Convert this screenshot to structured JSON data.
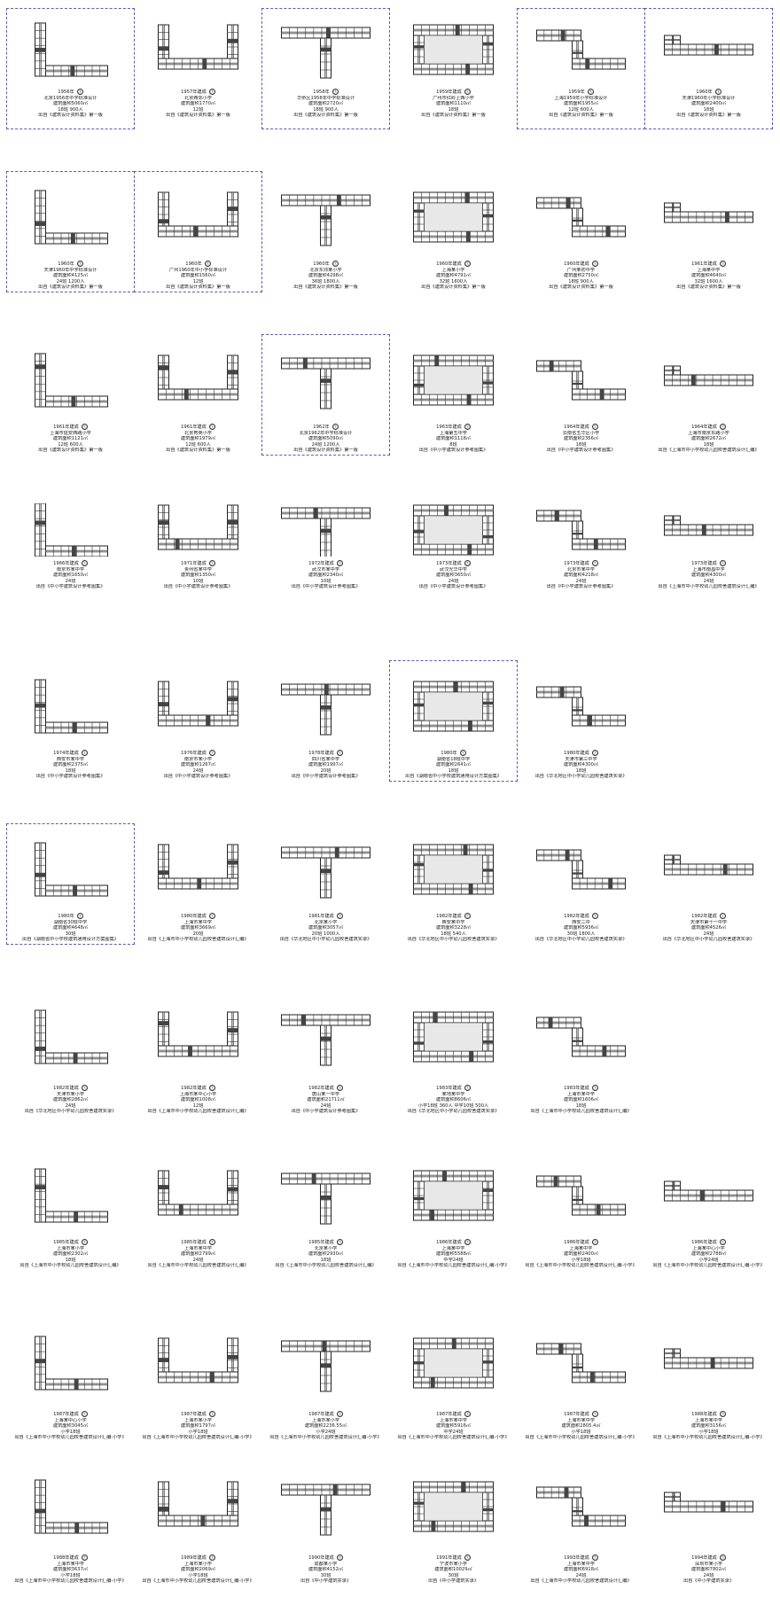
{
  "rows": [
    {
      "items": [
        {
          "lines": [
            "1956年",
            "北京1956年中学标准设计",
            "建筑面积5060㎡",
            "18班 900人",
            "出自《建筑设计资料集》第一版"
          ],
          "boxed": true
        },
        {
          "lines": [
            "1957年建成",
            "北京西郊小学",
            "建筑面积1770㎡",
            "12班",
            "出自《建筑设计资料集》第一版"
          ],
          "boxed": false
        },
        {
          "lines": [
            "1958年",
            "华侨区1958年中学标准设计",
            "建筑面积2720㎡",
            "18班 900人",
            "出自《建筑设计资料集》第一版"
          ],
          "boxed": true
        },
        {
          "lines": [
            "1959年建成",
            "广州市红岭上西小学",
            "建筑面积1110㎡",
            "18班",
            "出自《建筑设计资料集》第一版"
          ],
          "boxed": false
        },
        {
          "lines": [
            "1959年",
            "上海1959年小学标准设计",
            "建筑面积1955㎡",
            "12班 600人",
            "出自《建筑设计资料集》第一版"
          ],
          "boxed": true
        },
        {
          "lines": [
            "1960年",
            "天津1960年小学标准设计",
            "建筑面积2400㎡",
            "18班",
            "出自《建筑设计资料集》第一版"
          ],
          "boxed": true
        }
      ]
    },
    {
      "items": [
        {
          "lines": [
            "1960年",
            "天津1960年中学标准设计",
            "建筑面积4125㎡",
            "24班 1200人",
            "出自《建筑设计资料集》第一版"
          ],
          "boxed": true
        },
        {
          "lines": [
            "1960年",
            "广州1960年中小学标准设计",
            "建筑面积1560㎡",
            "12班",
            "出自《建筑设计资料集》第一版"
          ],
          "boxed": true
        },
        {
          "lines": [
            "1960年",
            "北京东郊某小学",
            "建筑面积4298㎡",
            "36班 1800人",
            "出自《建筑设计资料集》第一版"
          ],
          "boxed": false
        },
        {
          "lines": [
            "1960年建成",
            "上海某小学",
            "建筑面积4791㎡",
            "32班 1600人",
            "出自《建筑设计资料集》第一版"
          ],
          "boxed": false
        },
        {
          "lines": [
            "1960年建成",
            "广州某初中学",
            "建筑面积2750㎡",
            "18班 900人",
            "出自《建筑设计资料集》第一版"
          ],
          "boxed": false
        },
        {
          "lines": [
            "1961年建成",
            "上海某中学",
            "建筑面积4640㎡",
            "32班 1600人",
            "出自《建筑设计资料集》第一版"
          ],
          "boxed": false
        }
      ]
    },
    {
      "items": [
        {
          "lines": [
            "1961年建成",
            "上海市延安西路小学",
            "建筑面积1121㎡",
            "12班 600人",
            "出自《建筑设计资料集》第一版"
          ],
          "boxed": false
        },
        {
          "lines": [
            "1961年建成",
            "北京育英小学",
            "建筑面积1979㎡",
            "12班 600人",
            "出自《建筑设计资料集》第一版"
          ],
          "boxed": false
        },
        {
          "lines": [
            "1962年",
            "北京1962年中学标准设计",
            "建筑面积5090㎡",
            "24班 1200人",
            "出自《建筑设计资料集》第一版"
          ],
          "boxed": true
        },
        {
          "lines": [
            "1963年建成",
            "上海第五中学",
            "建筑面积1118㎡",
            "8班",
            "出自《中小学建筑设计参考图集》"
          ],
          "boxed": false
        },
        {
          "lines": [
            "1964年建成",
            "云南省五华区小学",
            "建筑面积2356㎡",
            "18班",
            "出自《中小学建筑设计参考图集》"
          ],
          "boxed": false
        },
        {
          "lines": [
            "1964年建成",
            "上海市南京东路小学",
            "建筑面积2672㎡",
            "18班",
            "出自《上海市中小学校幼儿园校舍建筑设计汇编》"
          ],
          "boxed": false
        }
      ]
    },
    {
      "items": [
        {
          "lines": [
            "1966年建成",
            "南京市某中学",
            "建筑面积1650㎡",
            "24班",
            "出自《中小学建筑设计参考图集》"
          ],
          "boxed": false
        },
        {
          "lines": [
            "1971年建成",
            "贵州省某中学",
            "建筑面积1350㎡",
            "10班",
            "出自《中小学建筑设计参考图集》"
          ],
          "boxed": false
        },
        {
          "lines": [
            "1972年建成",
            "武汉市某中学",
            "建筑面积2340㎡",
            "10班",
            "出自《中小学建筑设计参考图集》"
          ],
          "boxed": false
        },
        {
          "lines": [
            "1973年建成",
            "武汉光华中学",
            "建筑面积3650㎡",
            "24班",
            "出自《中小学建筑设计参考图集》"
          ],
          "boxed": false
        },
        {
          "lines": [
            "1973年建成",
            "北京市某中学",
            "建筑面积4218㎡",
            "24班",
            "出自《中小学建筑设计参考图集》"
          ],
          "boxed": false
        },
        {
          "lines": [
            "1973年建成",
            "上海市南昌中学",
            "建筑面积4300㎡",
            "24班",
            "出自《上海市中小学校幼儿园校舍建筑设计汇编》"
          ],
          "boxed": false
        }
      ]
    },
    {
      "items": [
        {
          "lines": [
            "1974年建成",
            "西安市某中学",
            "建筑面积2375㎡",
            "18班",
            "出自《中小学建筑设计参考图集》"
          ],
          "boxed": false
        },
        {
          "lines": [
            "1976年建成",
            "南京市某小学",
            "建筑面积1267㎡",
            "24班",
            "出自《中小学建筑设计参考图集》"
          ],
          "boxed": false
        },
        {
          "lines": [
            "1978年建成",
            "四川省某中学",
            "建筑面积1997㎡",
            "20班",
            "出自《中小学建筑设计参考图集》"
          ],
          "boxed": false
        },
        {
          "lines": [
            "1980年",
            "湖南省18班中学",
            "建筑面积2641㎡",
            "18班",
            "出自《湖南省中小学校建筑通用设计方案图集》"
          ],
          "boxed": true
        },
        {
          "lines": [
            "1980年建成",
            "天津市第三中学",
            "建筑面积4300㎡",
            "18班",
            "出自《华北地区中小学幼儿园校舍建筑实录》"
          ],
          "boxed": false
        }
      ]
    },
    {
      "items": [
        {
          "lines": [
            "1980年",
            "湖南省30班中学",
            "建筑面积4648㎡",
            "30班",
            "出自《湖南省中小学校建筑通用设计方案图集》"
          ],
          "boxed": true
        },
        {
          "lines": [
            "1980年建成",
            "上海市某中学",
            "建筑面积3669㎡",
            "20班",
            "出自《上海市中小学校幼儿园校舍建筑设计汇编》"
          ],
          "boxed": false
        },
        {
          "lines": [
            "1981年建成",
            "北京某小学",
            "建筑面积3057㎡",
            "20班 1000人",
            "出自《华北地区中小学幼儿园校舍建筑实录》"
          ],
          "boxed": false
        },
        {
          "lines": [
            "1982年建成",
            "西安某中学",
            "建筑面积3228㎡",
            "18班 540人",
            "出自《华北地区中小学幼儿园校舍建筑实录》"
          ],
          "boxed": false
        },
        {
          "lines": [
            "1982年建成",
            "西安二中",
            "建筑面积5936㎡",
            "30班 1800人",
            "出自《华北地区中小学幼儿园校舍建筑实录》"
          ],
          "boxed": false
        },
        {
          "lines": [
            "1982年建成",
            "天津市第十一中学",
            "建筑面积4526㎡",
            "24班",
            "出自《华北地区中小学幼儿园校舍建筑实录》"
          ],
          "boxed": false
        }
      ]
    },
    {
      "items": [
        {
          "lines": [
            "1982年建成",
            "天津市某小学",
            "建筑面积2862㎡",
            "24班",
            "出自《华北地区中小学幼儿园校舍建筑实录》"
          ],
          "boxed": false
        },
        {
          "lines": [
            "1982年建成",
            "上海市某中心小学",
            "建筑面积1008㎡",
            "12班",
            "出自《上海市中小学校幼儿园校舍建筑设计汇编》"
          ],
          "boxed": false
        },
        {
          "lines": [
            "1982年建成",
            "唐山某一中学",
            "建筑面积21711㎡",
            "24班",
            "出自《中小学建筑设计参考图集》"
          ],
          "boxed": false
        },
        {
          "lines": [
            "1983年建成",
            "某地某中学",
            "建筑面积8606㎡",
            "小学18班 360人 中学10班 500人",
            "出自《华北地区中小学幼儿园校舍建筑实录》"
          ],
          "boxed": false
        },
        {
          "lines": [
            "1983年建成",
            "上海市某中学",
            "建筑面积1606㎡",
            "18班",
            "出自《上海市中小学校幼儿园校舍建筑设计汇编》"
          ],
          "boxed": false
        }
      ]
    },
    {
      "items": [
        {
          "lines": [
            "1985年建成",
            "上海市某小学",
            "建筑面积2302㎡",
            "18班",
            "出自《上海市中小学校幼儿园校舍建筑设计汇编》"
          ],
          "boxed": false
        },
        {
          "lines": [
            "1985年建成",
            "上海市某中学",
            "建筑面积2799㎡",
            "24班",
            "出自《上海市中小学校幼儿园校舍建筑设计汇编》"
          ],
          "boxed": false
        },
        {
          "lines": [
            "1985年建成",
            "北京某小学",
            "建筑面积2930㎡",
            "18班",
            "出自《上海市中小学校幼儿园校舍建筑设计汇编》"
          ],
          "boxed": false
        },
        {
          "lines": [
            "1986年建成",
            "上海某中学",
            "建筑面积5588㎡",
            "中学24班",
            "出自《上海市中小学校幼儿园校舍建筑设计汇编-小学》"
          ],
          "boxed": false
        },
        {
          "lines": [
            "1986年建成",
            "上海某中学",
            "建筑面积2400㎡",
            "小学18班",
            "出自《上海市中小学校幼儿园校舍建筑设计汇编-小学》"
          ],
          "boxed": false
        },
        {
          "lines": [
            "1986年建成",
            "上海某中心小学",
            "建筑面积2788㎡",
            "小学24班",
            "出自《上海市中小学校幼儿园校舍建筑设计汇编-小学》"
          ],
          "boxed": false
        }
      ]
    },
    {
      "items": [
        {
          "lines": [
            "1987年建成",
            "上海某中心小学",
            "建筑面积3045㎡",
            "小学18班",
            "出自《上海市中小学校幼儿园校舍建筑设计汇编-小学》"
          ],
          "boxed": false
        },
        {
          "lines": [
            "1987年建成",
            "上海市某小学",
            "建筑面积1797㎡",
            "小学18班",
            "出自《上海市中小学校幼儿园校舍建筑设计汇编-小学》"
          ],
          "boxed": false
        },
        {
          "lines": [
            "1987年建成",
            "上海市某小学",
            "建筑面积2236.55㎡",
            "小学24班",
            "出自《上海市中小学校幼儿园校舍建筑设计汇编-小学》"
          ],
          "boxed": false
        },
        {
          "lines": [
            "1987年建成",
            "上海市某中学",
            "建筑面积5916㎡",
            "中学24班",
            "出自《上海市中小学校幼儿园校舍建筑设计汇编-小学》"
          ],
          "boxed": false
        },
        {
          "lines": [
            "1987年建成",
            "上海市某中学",
            "建筑面积2805.4㎡",
            "小学18班",
            "出自《上海市中小学校幼儿园校舍建筑设计汇编-小学》"
          ],
          "boxed": false
        },
        {
          "lines": [
            "1988年建成",
            "上海市某中学",
            "建筑面积3156㎡",
            "小学18班",
            "出自《上海市中小学校幼儿园校舍建筑设计汇编-小学》"
          ],
          "boxed": false
        }
      ]
    },
    {
      "items": [
        {
          "lines": [
            "1988年建成",
            "上海市某中学",
            "建筑面积3637㎡",
            "小学18班",
            "出自《上海市中小学校幼儿园校舍建筑设计汇编-小学》"
          ],
          "boxed": false
        },
        {
          "lines": [
            "1989年建成",
            "上海市某小学",
            "建筑面积2069㎡",
            "小学18班",
            "出自《上海市中小学校幼儿园校舍建筑设计汇编-小学》"
          ],
          "boxed": false
        },
        {
          "lines": [
            "1990年建成",
            "成都某小学",
            "建筑面积4152㎡",
            "30班",
            "出自《中小学建筑实录》"
          ],
          "boxed": false
        },
        {
          "lines": [
            "1991年建成",
            "宁波市某小学",
            "建筑面积10029㎡",
            "30班",
            "出自《中小学建筑实录》"
          ],
          "boxed": false
        },
        {
          "lines": [
            "1993年建成",
            "上海市某中学",
            "建筑面积6918㎡",
            "24班",
            "出自《上海市中小学校幼儿园校舍建筑设计汇编》"
          ],
          "boxed": false
        },
        {
          "lines": [
            "1994年建成",
            "深圳市某小学",
            "建筑面积7802㎡",
            "24班",
            "出自《中小学建筑实录》"
          ],
          "boxed": false
        }
      ]
    }
  ],
  "legend_mark": "Ⓣ"
}
